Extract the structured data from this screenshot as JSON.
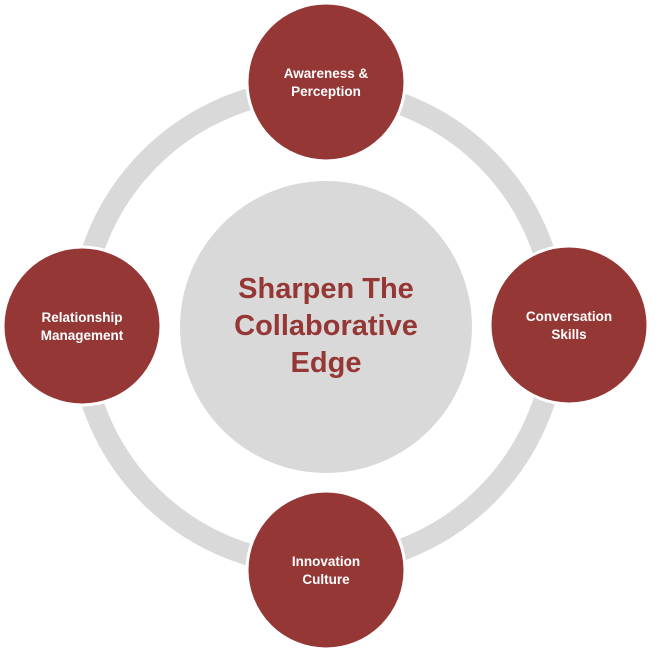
{
  "diagram": {
    "center": {
      "lines": [
        "Sharpen The",
        "Collaborative",
        "Edge"
      ]
    },
    "nodes": [
      {
        "lines": [
          "Awareness &",
          "Perception"
        ]
      },
      {
        "lines": [
          "Conversation",
          "Skills"
        ]
      },
      {
        "lines": [
          "Innovation",
          "Culture"
        ]
      },
      {
        "lines": [
          "Relationship",
          "Management"
        ]
      }
    ],
    "colors": {
      "node_fill": "#953735",
      "node_stroke": "#ffffff",
      "center_fill": "#d9d9d9",
      "center_text": "#953735",
      "ring": "#d9d9d9",
      "ring_gap": "#ffffff"
    }
  }
}
